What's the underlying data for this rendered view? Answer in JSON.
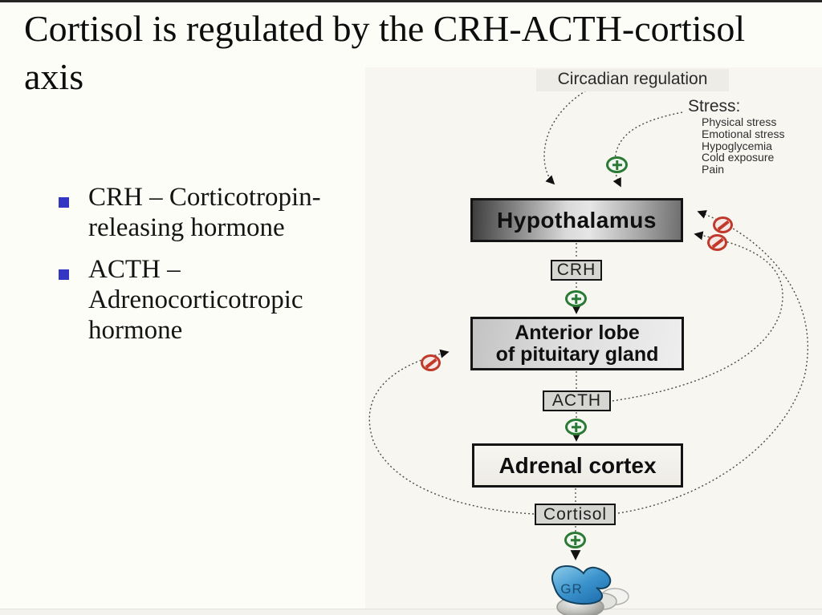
{
  "slide": {
    "title_lines": [
      "Cortisol is regulated by the CRH-ACTH-cortisol",
      "axis"
    ],
    "bullets": [
      {
        "lines": [
          "CRH –  Corticotropin-",
          "releasing hormone"
        ]
      },
      {
        "lines": [
          "ACTH –",
          "Adrenocorticotropic",
          "hormone"
        ]
      }
    ]
  },
  "diagram": {
    "circadian_label": "Circadian regulation",
    "stress": {
      "heading": "Stress:",
      "items": [
        "Physical stress",
        "Emotional stress",
        "Hypoglycemia",
        "Cold exposure",
        "Pain"
      ]
    },
    "nodes": {
      "hypothalamus": "Hypothalamus",
      "anterior_lobe_lines": [
        "Anterior lobe",
        "of pituitary gland"
      ],
      "adrenal_cortex": "Adrenal cortex"
    },
    "hormones": {
      "crh": "CRH",
      "acth": "ACTH",
      "cortisol": "Cortisol"
    },
    "receptor_label": "GR",
    "icons": {
      "plus": "stimulation-plus-icon",
      "inhibition": "no-entry-icon"
    },
    "colors": {
      "bullet_blue": "#3535c4",
      "stimulate_green": "#2a7a35",
      "inhibit_red": "#c0392b",
      "receptor_blue": "#3b93cc",
      "box_border": "#141414"
    }
  }
}
